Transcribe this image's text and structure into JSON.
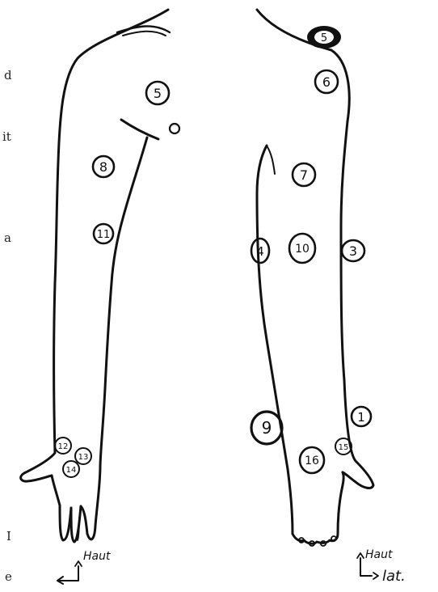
{
  "margin_fragments": [
    "d",
    "it",
    "a",
    "I",
    "e"
  ],
  "markers": {
    "left_arm": [
      "5",
      "8",
      "11",
      "12",
      "13",
      "14"
    ],
    "right_arm": [
      "5",
      "6",
      "7",
      "4",
      "10",
      "3",
      "9",
      "16",
      "15",
      "1"
    ]
  },
  "orientation": {
    "left": {
      "top": "Haut"
    },
    "right": {
      "top": "Haut",
      "side": "lat."
    }
  }
}
